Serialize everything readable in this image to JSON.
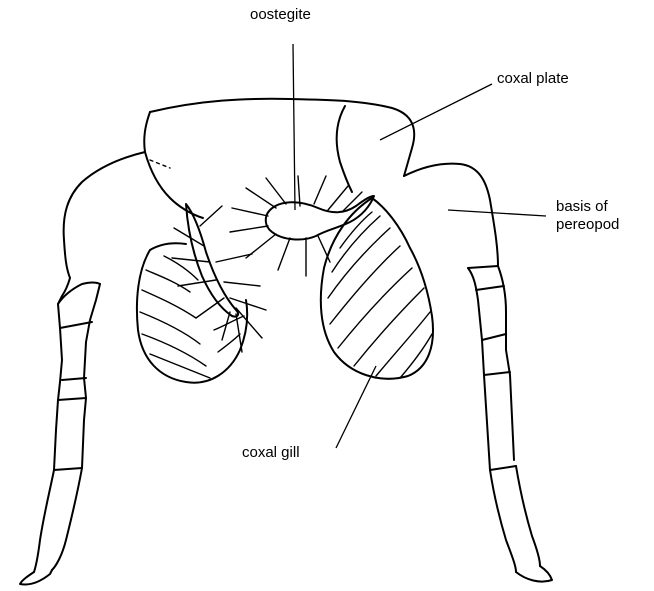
{
  "labels": {
    "oostegite": "oostegite",
    "coxal_plate": "coxal plate",
    "basis_line1": "basis of",
    "basis_line2": "pereopod",
    "coxal_gill": "coxal gill"
  },
  "colors": {
    "ink": "#000000",
    "background": "#ffffff"
  }
}
